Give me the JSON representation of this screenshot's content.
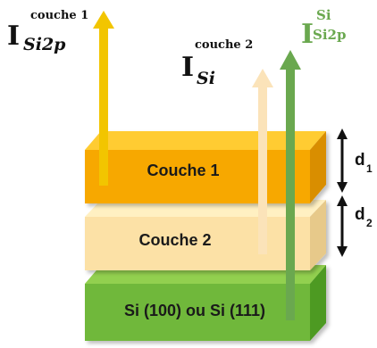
{
  "layers": {
    "layer1": {
      "label": "Couche 1",
      "top": "#ffcc33",
      "front": "#f7a800",
      "side": "#d98e00"
    },
    "layer2": {
      "label": "Couche 2",
      "top": "#fff0c2",
      "front": "#fce1a6",
      "side": "#e7c98a"
    },
    "substrate": {
      "label": "Si (100) ou Si (111)",
      "top": "#92d050",
      "front": "#6fb83a",
      "side": "#4e9a22"
    }
  },
  "arrows": {
    "yellow": {
      "color": "#f2c500",
      "label_main": "I",
      "label_sup": "couche 1",
      "label_sub": "Si2p"
    },
    "cream": {
      "color": "#fbe3b9",
      "label_main": "I",
      "label_sup": "couche 2",
      "label_sub": "Si"
    },
    "green": {
      "color": "#6aa84f",
      "label_main": "I",
      "label_sup": "Si",
      "label_sub": "Si2p"
    }
  },
  "dimensions": {
    "d1": {
      "main": "d",
      "sub": "1"
    },
    "d2": {
      "main": "d",
      "sub": "2"
    }
  }
}
